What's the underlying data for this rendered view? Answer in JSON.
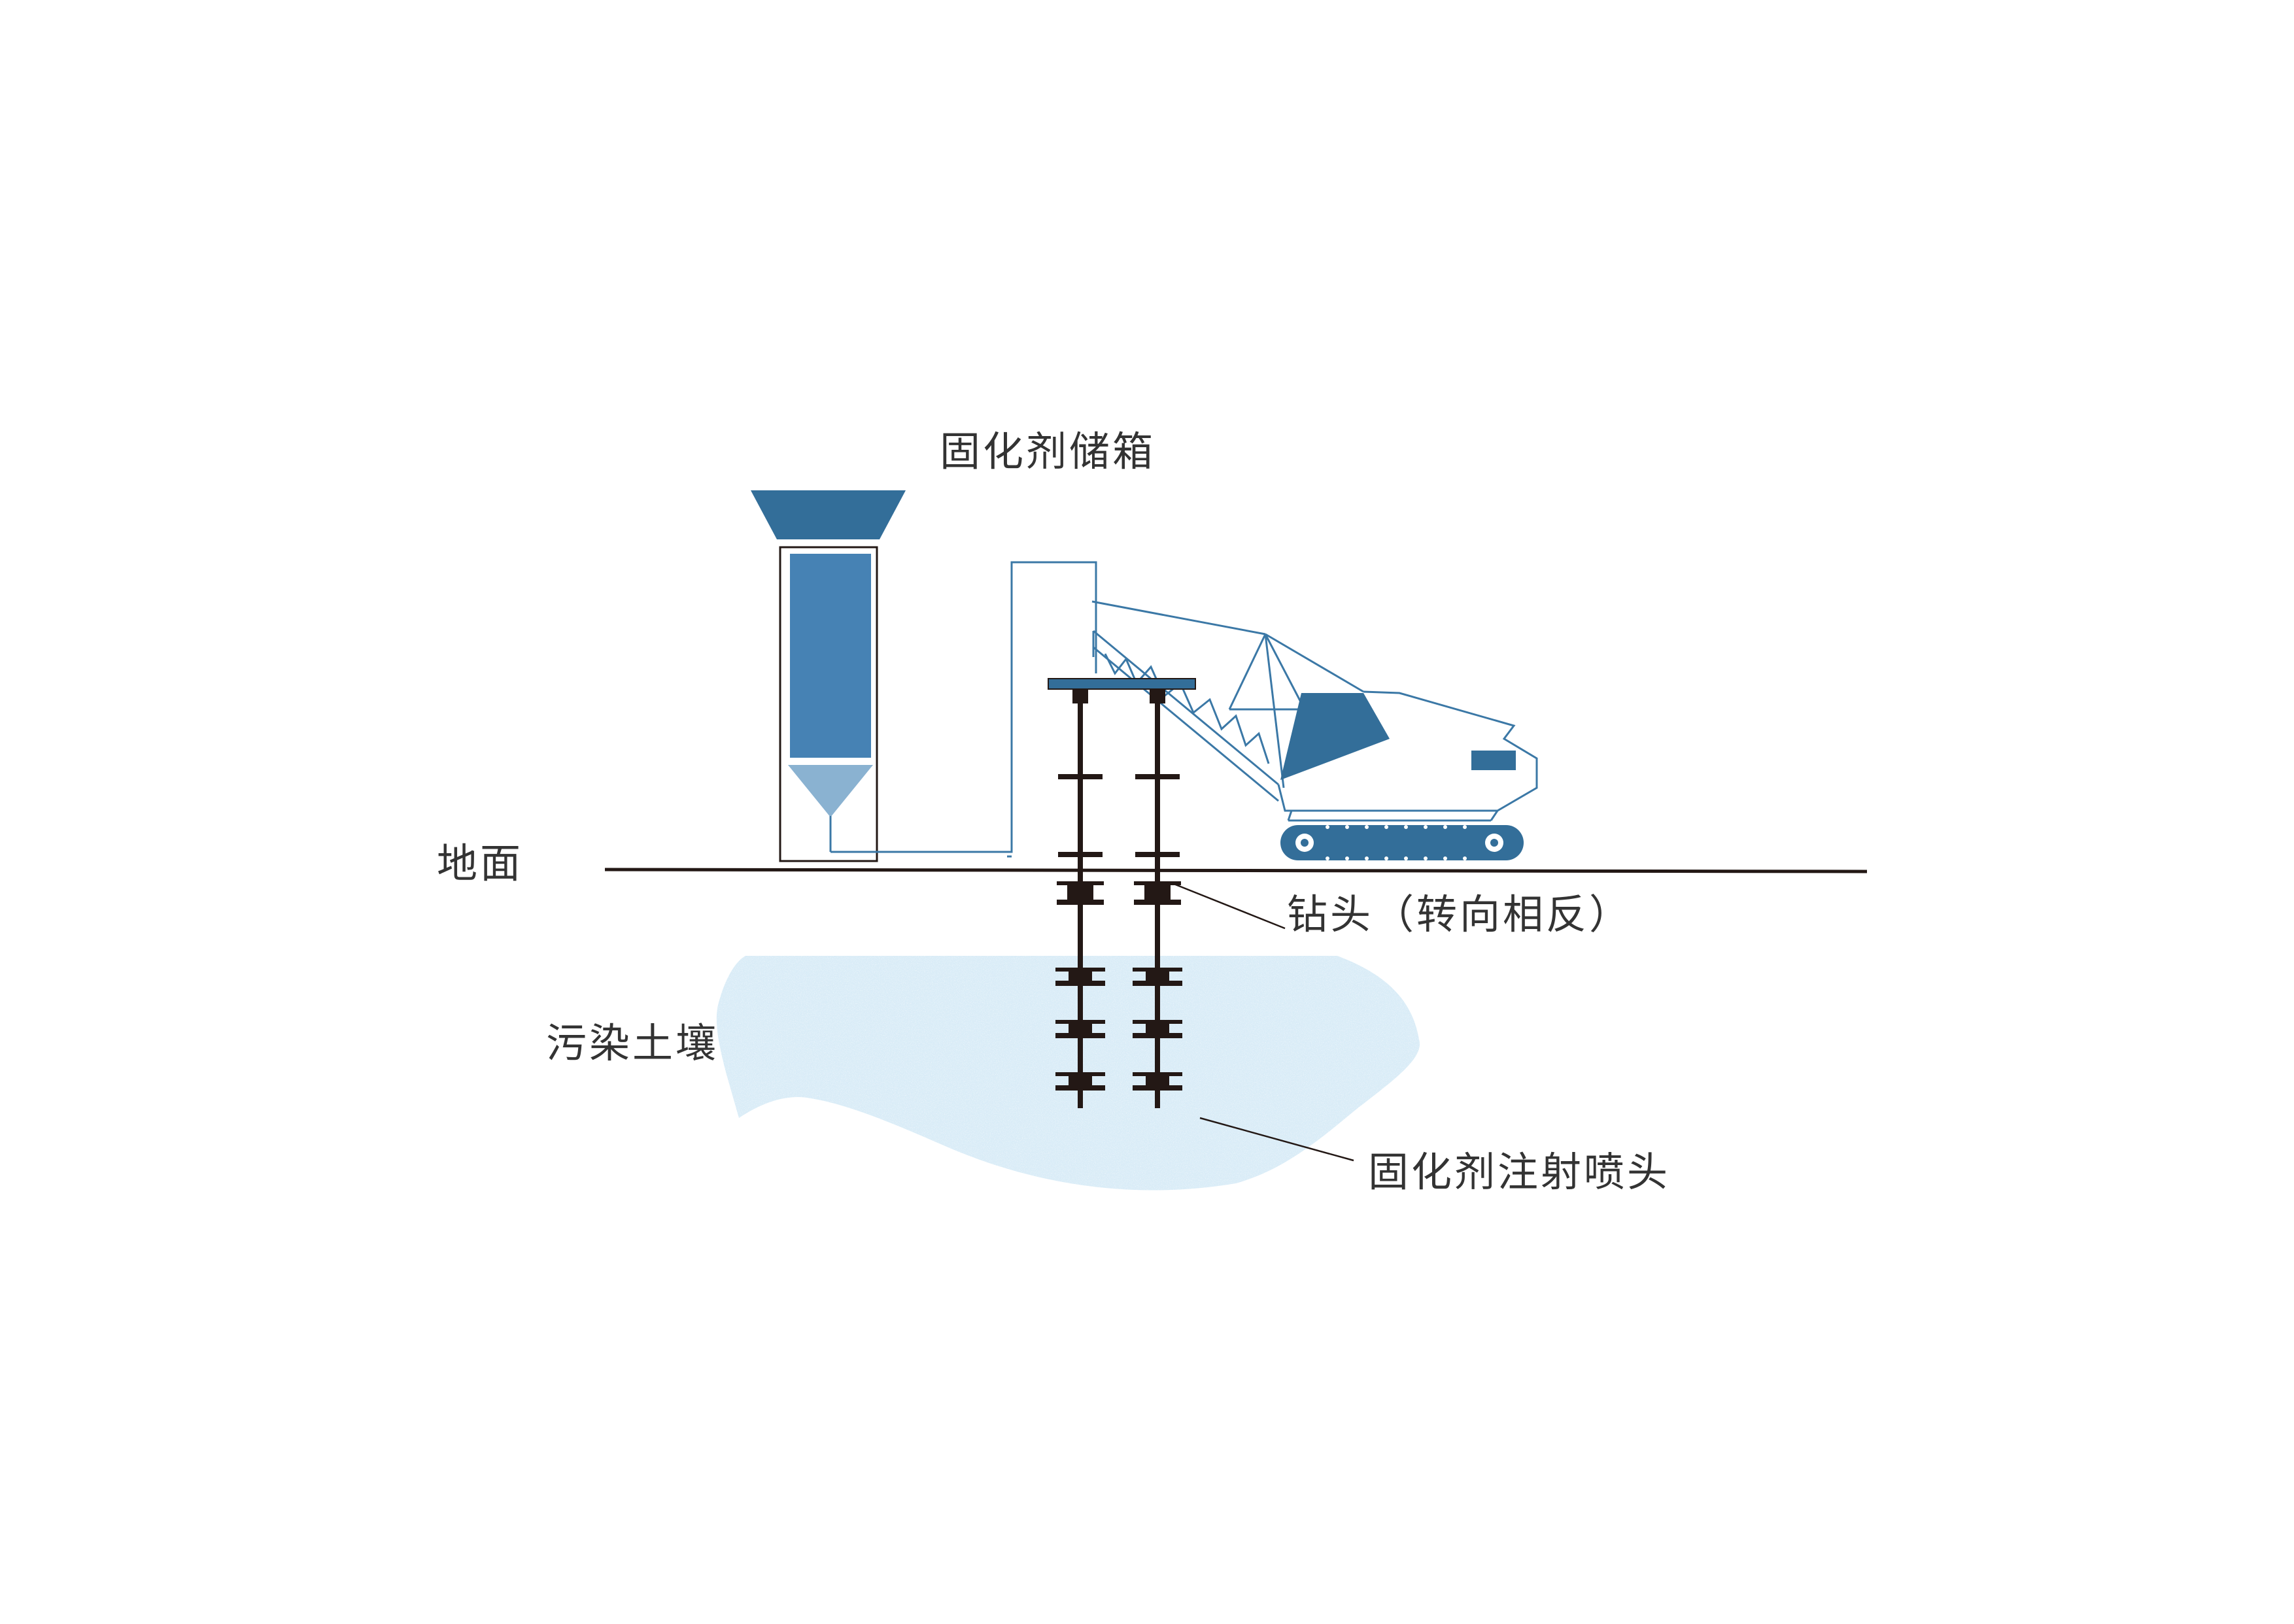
{
  "labels": {
    "tank": "固化剂储箱",
    "ground": "地面",
    "drill_head": "钻头（转向相反）",
    "soil": "污染土壤",
    "nozzle": "固化剂注射喷头"
  },
  "colors": {
    "dark_blue": "#336e99",
    "mid_blue": "#4682b4",
    "light_blue": "#8ab2d1",
    "outline_blue": "#3b78a6",
    "soil": "#d9ecf7",
    "drill": "#231815",
    "text": "#333333"
  }
}
